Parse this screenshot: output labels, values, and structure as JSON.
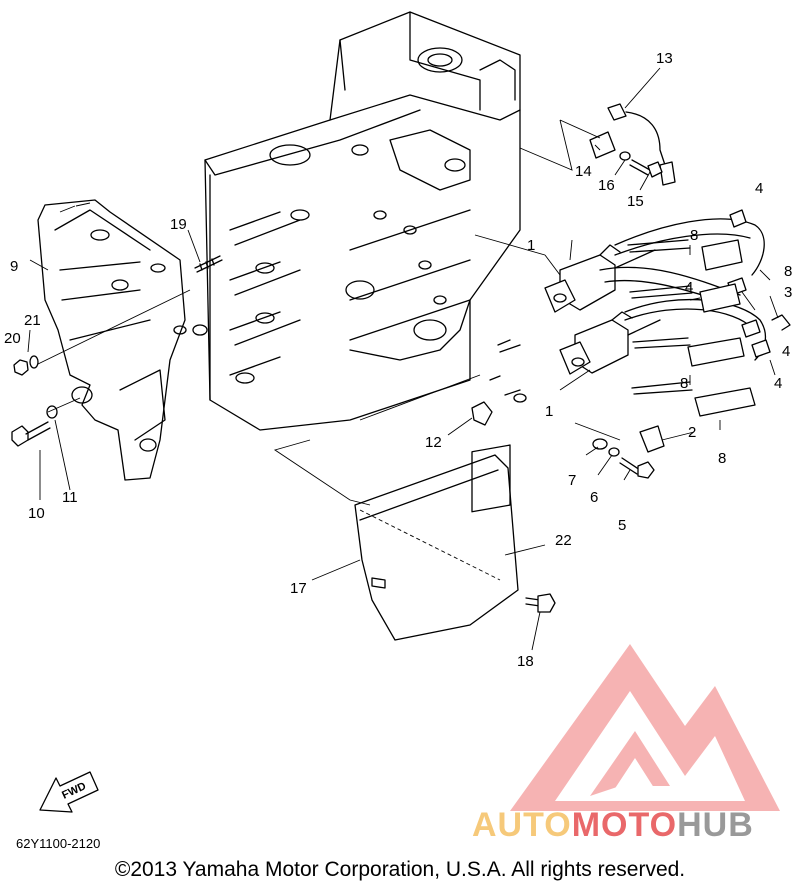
{
  "callouts": [
    "1",
    "1",
    "2",
    "3",
    "4",
    "4",
    "4",
    "4",
    "5",
    "6",
    "7",
    "8",
    "8",
    "8",
    "8",
    "9",
    "10",
    "11",
    "12",
    "13",
    "14",
    "15",
    "16",
    "17",
    "18",
    "19",
    "20",
    "21",
    "22"
  ],
  "fwd_label": "FWD",
  "drawing_number": "62Y1100-2120",
  "copyright": "©2013 Yamaha Motor Corporation, U.S.A. All rights reserved.",
  "watermark": {
    "part1": "AUTO",
    "part2": "MOTO",
    "part3": "HUB"
  },
  "colors": {
    "line": "#000000",
    "watermark_red": "#e9686a",
    "watermark_orange": "#f6c97a",
    "watermark_gray": "#999999"
  }
}
